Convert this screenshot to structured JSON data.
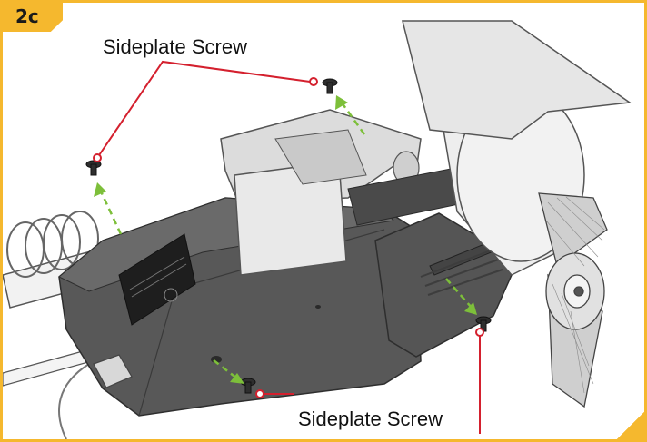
{
  "step_label": "2c",
  "callouts": {
    "top_label": "Sideplate Screw",
    "bottom_label": "Sideplate Screw"
  },
  "colors": {
    "accent": "#f5b82e",
    "leader_line": "#d4202e",
    "arrow": "#7dbf3a"
  }
}
